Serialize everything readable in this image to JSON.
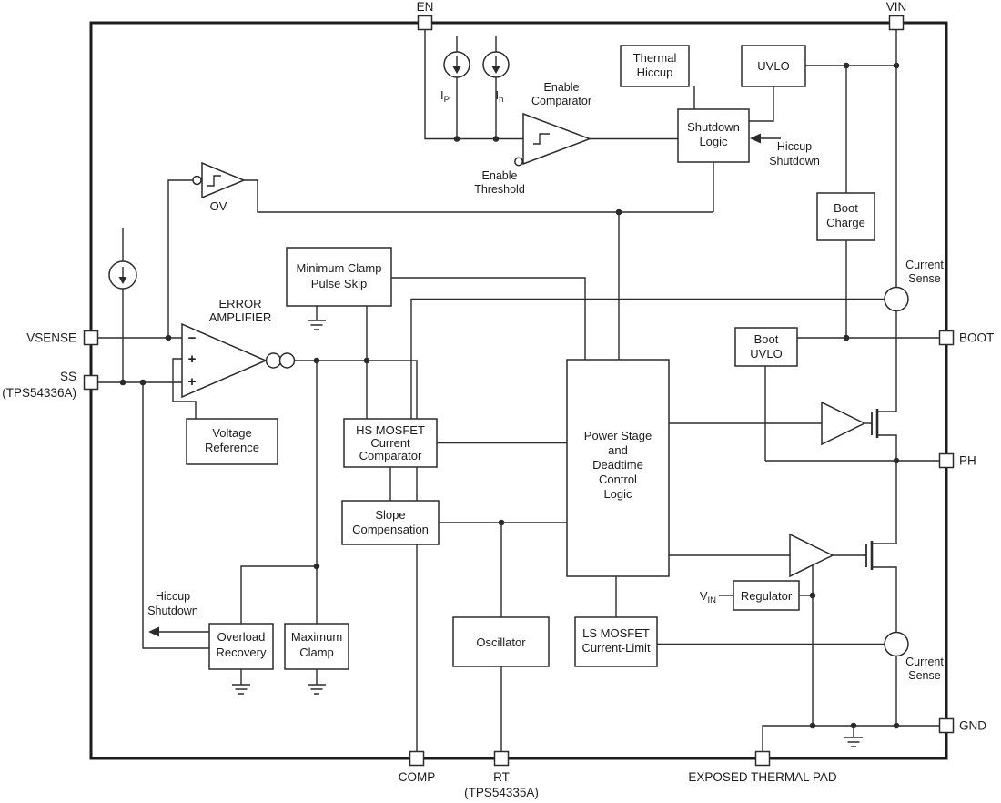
{
  "pins": {
    "en": "EN",
    "vin": "VIN",
    "vsense": "VSENSE",
    "ss_line1": "SS",
    "ss_line2": "(TPS54336A)",
    "comp": "COMP",
    "rt_line1": "RT",
    "rt_line2": "(TPS54335A)",
    "thermal_pad": "EXPOSED THERMAL PAD",
    "boot": "BOOT",
    "ph": "PH",
    "gnd": "GND"
  },
  "blocks": {
    "thermal_hiccup": [
      "Thermal",
      "Hiccup"
    ],
    "uvlo": "UVLO",
    "shutdown_logic": [
      "Shutdown",
      "Logic"
    ],
    "boot_charge": [
      "Boot",
      "Charge"
    ],
    "minimum_clamp_pulse_skip": [
      "Minimum Clamp",
      "Pulse Skip"
    ],
    "boot_uvlo": [
      "Boot",
      "UVLO"
    ],
    "voltage_reference": [
      "Voltage",
      "Reference"
    ],
    "hs_mosfet_current_comparator": [
      "HS MOSFET",
      "Current",
      "Comparator"
    ],
    "power_stage": [
      "Power Stage",
      "and",
      "Deadtime",
      "Control",
      "Logic"
    ],
    "slope_compensation": [
      "Slope",
      "Compensation"
    ],
    "oscillator": "Oscillator",
    "ls_mosfet_current_limit": [
      "LS MOSFET",
      "Current-Limit"
    ],
    "regulator": "Regulator",
    "overload_recovery": [
      "Overload",
      "Recovery"
    ],
    "maximum_clamp": [
      "Maximum",
      "Clamp"
    ]
  },
  "labels": {
    "enable_comparator": [
      "Enable",
      "Comparator"
    ],
    "enable_threshold": [
      "Enable",
      "Threshold"
    ],
    "hiccup_shutdown_top": [
      "Hiccup",
      "Shutdown"
    ],
    "hiccup_shutdown_left": [
      "Hiccup",
      "Shutdown"
    ],
    "current_sense_top": [
      "Current",
      "Sense"
    ],
    "current_sense_bottom": [
      "Current",
      "Sense"
    ],
    "error_amplifier": [
      "ERROR",
      "AMPLIFIER"
    ],
    "ov": "OV",
    "ip": {
      "base": "I",
      "sub": "P"
    },
    "ih": {
      "base": "I",
      "sub": "h"
    },
    "vin_regulator": {
      "base": "V",
      "sub": "IN"
    },
    "ea_inputs": {
      "minus": "−",
      "plus_mid": "+",
      "plus_low": "+"
    }
  },
  "colors": {
    "ink": "#2b2b2b",
    "background": "#ffffff"
  }
}
